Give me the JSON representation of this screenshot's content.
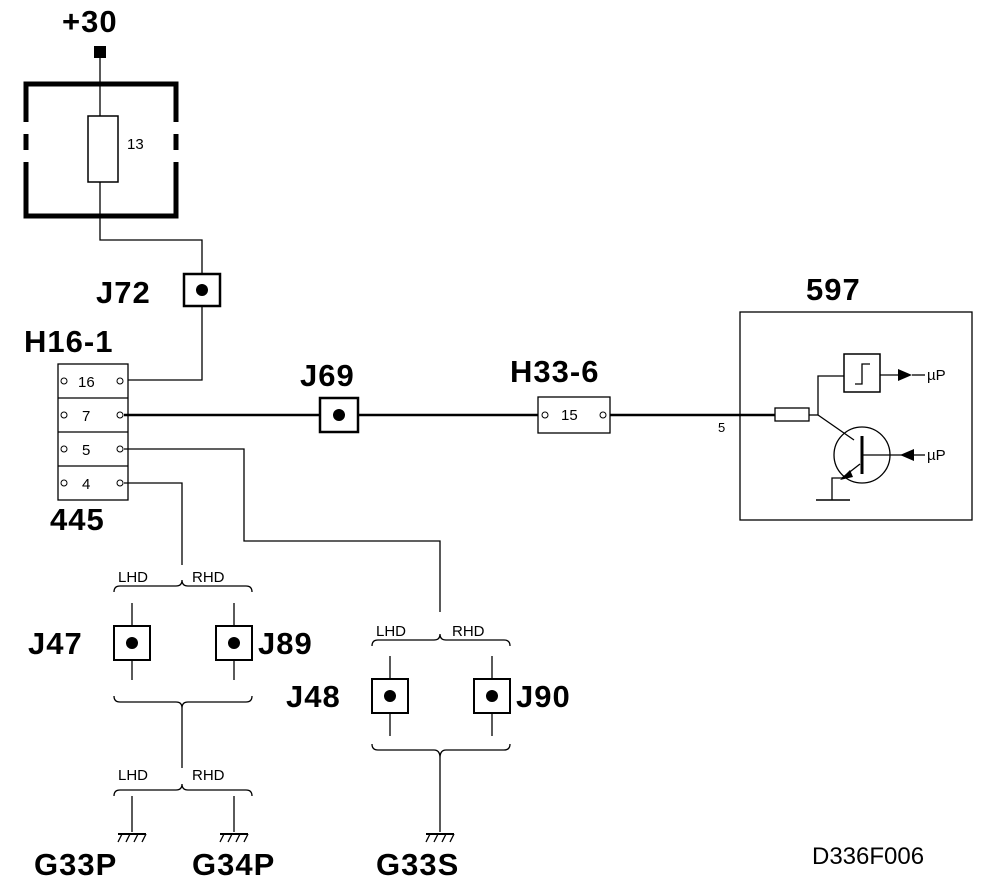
{
  "supply": {
    "label": "+30"
  },
  "fuse": {
    "number": "13"
  },
  "splices": {
    "j72": "J72",
    "j69": "J69",
    "j47": "J47",
    "j89": "J89",
    "j48": "J48",
    "j90": "J90"
  },
  "connector_h16": {
    "label": "H16-1",
    "component": "445",
    "pins": [
      "16",
      "7",
      "5",
      "4"
    ]
  },
  "connector_h33": {
    "label": "H33-6",
    "pin": "15"
  },
  "module_597": {
    "label": "597",
    "pin": "5",
    "out1": "µP",
    "out2": "µP"
  },
  "variants": {
    "lhd": "LHD",
    "rhd": "RHD"
  },
  "grounds": {
    "g33p": "G33P",
    "g34p": "G34P",
    "g33s": "G33S"
  },
  "drawing_code": "D336F006"
}
